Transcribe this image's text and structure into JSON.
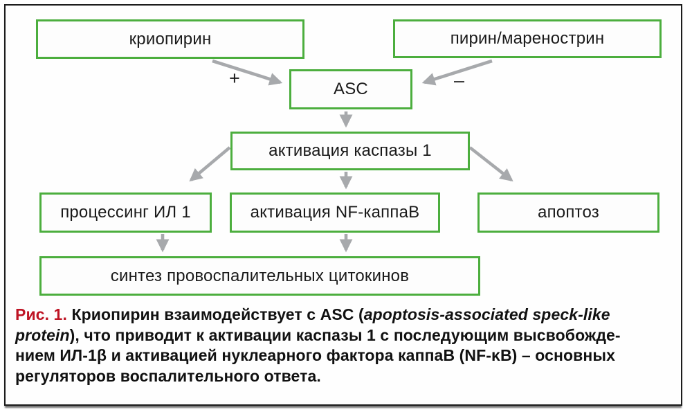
{
  "figure": {
    "nodes": {
      "cryopyrin": "криопирин",
      "pyrin": "пирин/маренострин",
      "asc": "ASC",
      "caspase": "активация каспазы 1",
      "il1_processing": "процессинг ИЛ 1",
      "nfkb": "активация NF-каппаВ",
      "apoptosis": "апоптоз",
      "cytokines": "синтез провоспалительных цитокинов"
    },
    "edge_labels": {
      "plus": "+",
      "minus": "–"
    },
    "colors": {
      "box_border_green": "#4cae3e",
      "arrow_gray": "#a7a9ac",
      "caption_accent_red": "#be1424",
      "frame_border": "#1c1c1c",
      "text": "#1a1a1a"
    }
  },
  "caption": {
    "lines": [
      {
        "segments": [
          {
            "text": "Рис. 1. ",
            "style": "accent"
          },
          {
            "text": "Криопирин взаимодействует с ASC (",
            "style": "bold"
          },
          {
            "text": "apoptosis-associated speck-like",
            "style": "italic"
          }
        ]
      },
      {
        "segments": [
          {
            "text": "protein",
            "style": "italic"
          },
          {
            "text": "), что приводит к активации каспазы 1 с последующим высвобожде-",
            "style": "bold"
          }
        ]
      },
      {
        "segments": [
          {
            "text": "нием ИЛ-1β и активацией нуклеарного фактора каппаВ (NF-κB) – основных",
            "style": "bold"
          }
        ]
      },
      {
        "segments": [
          {
            "text": "регуляторов воспалительного ответа.",
            "style": "bold"
          }
        ]
      }
    ]
  }
}
